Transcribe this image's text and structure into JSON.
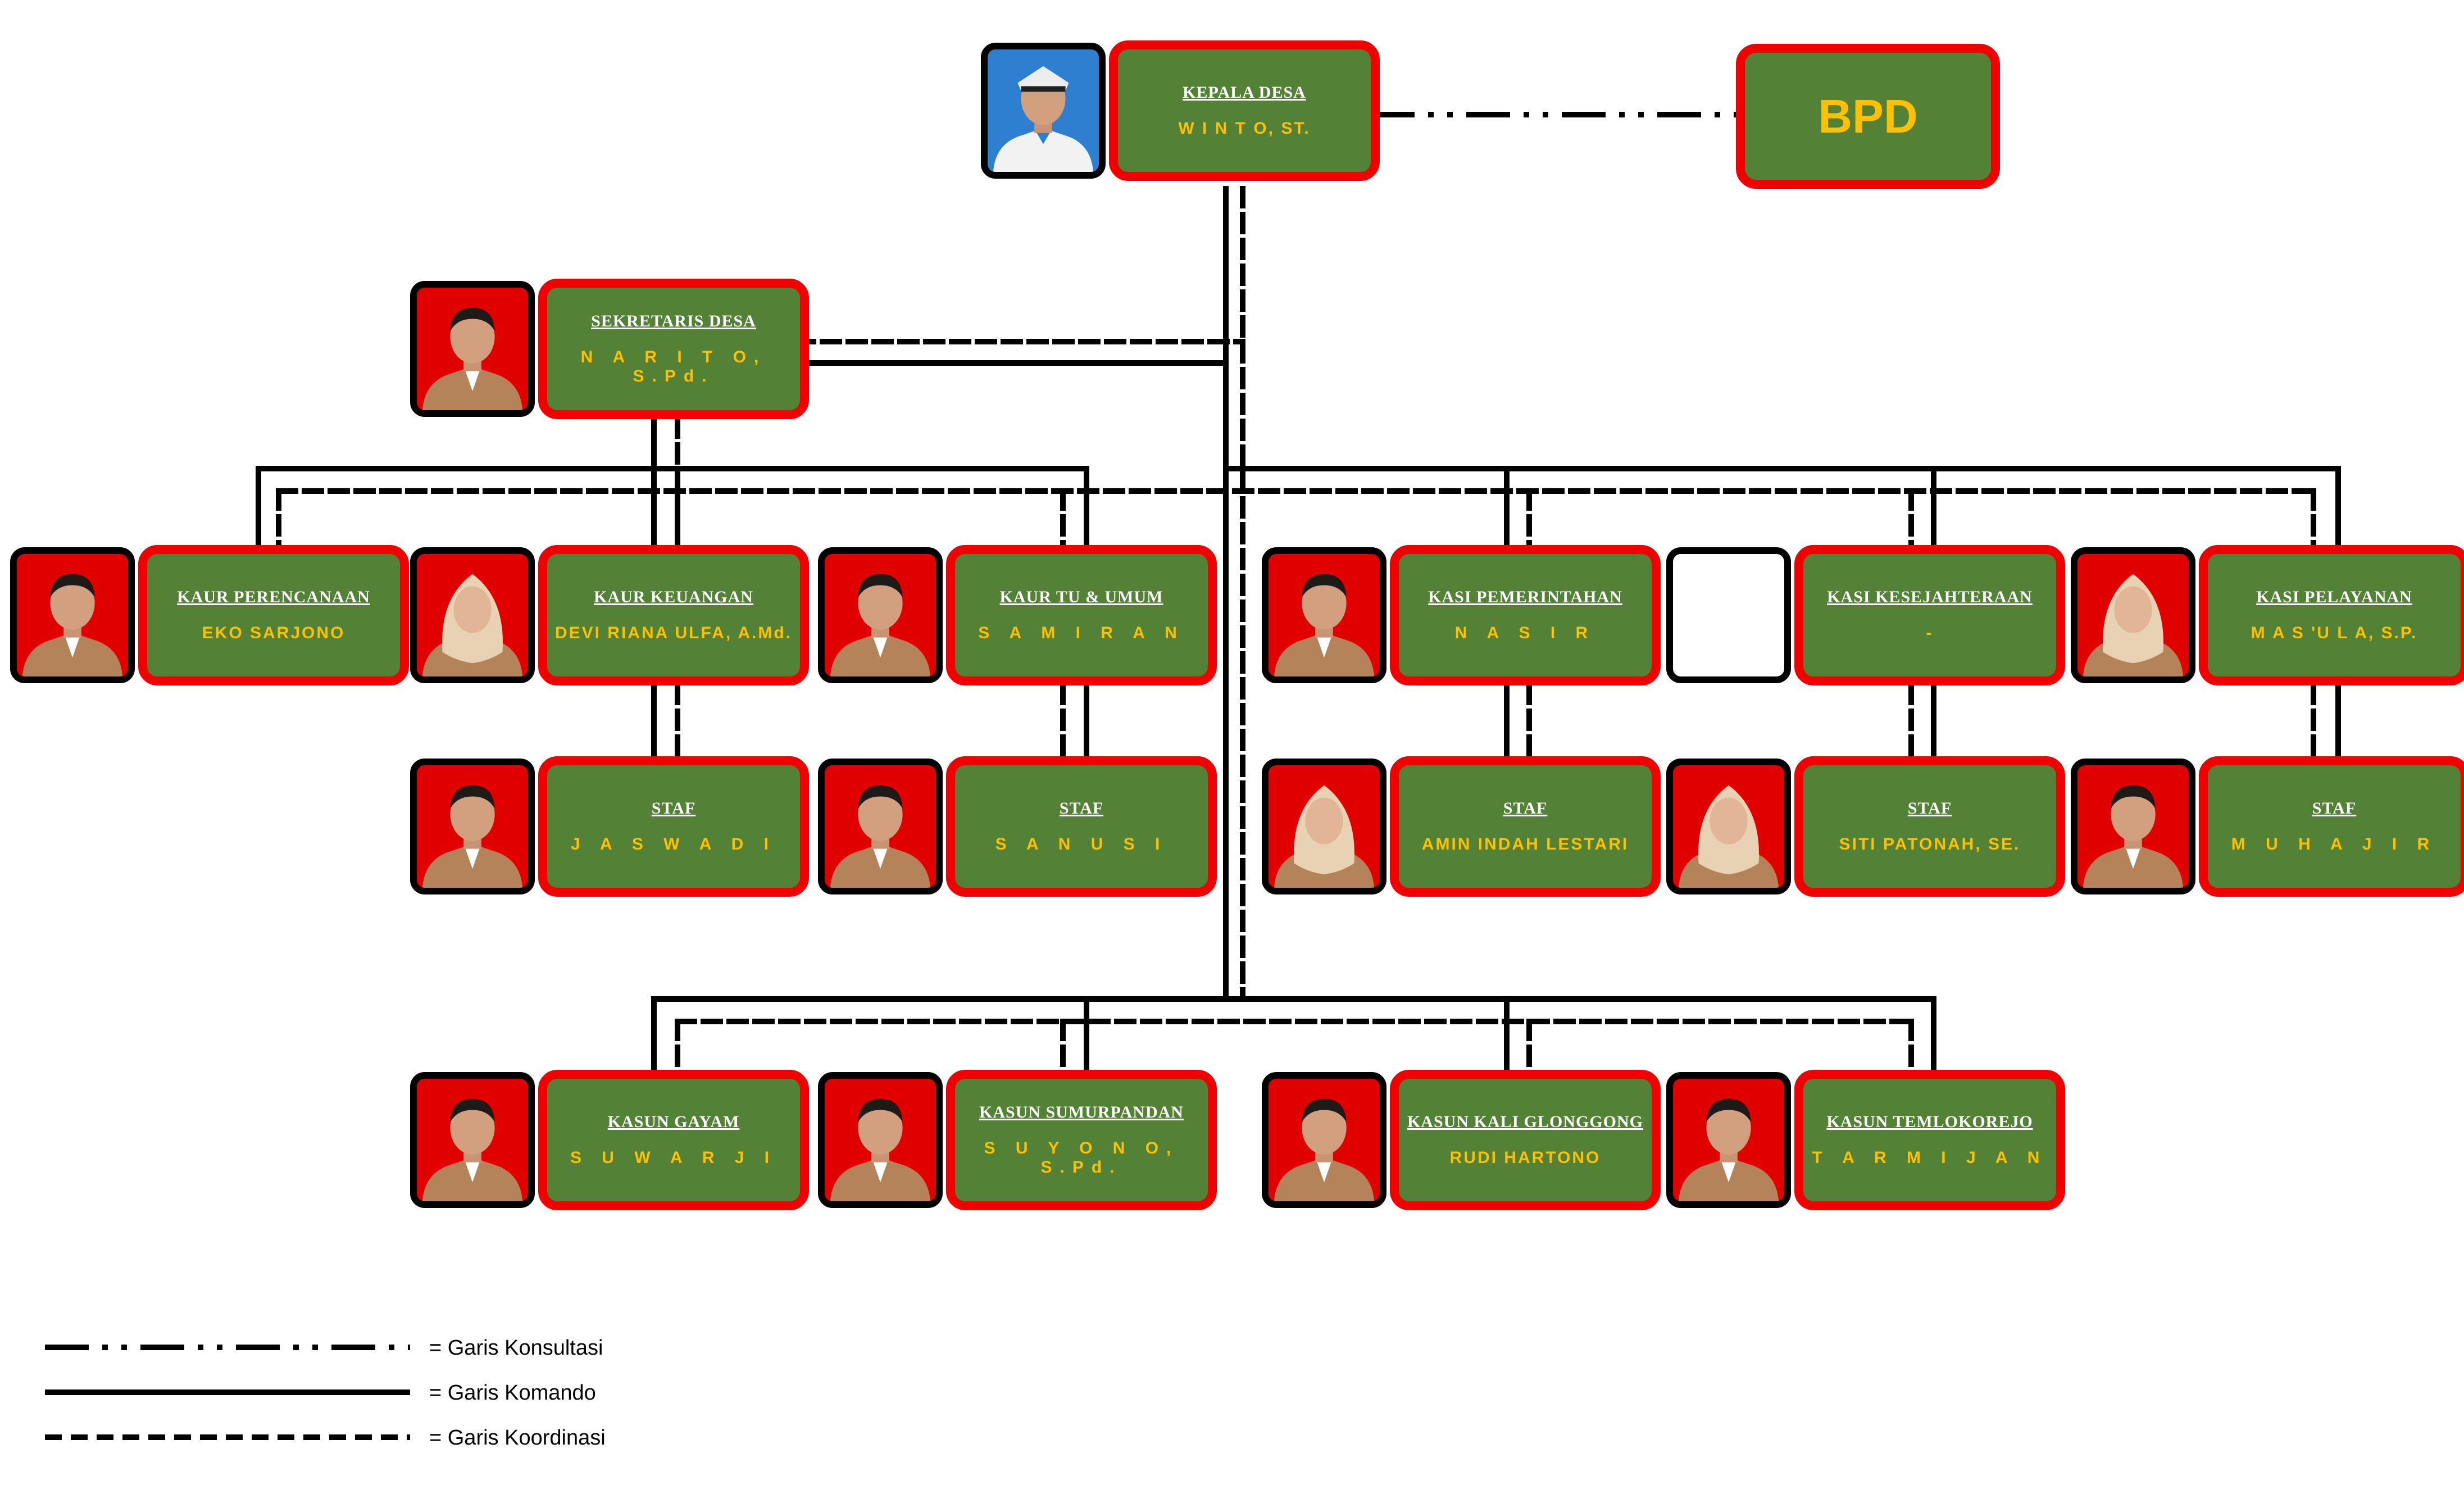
{
  "kepala": {
    "role": "KEPALA DESA",
    "name": "W I N T O, ST."
  },
  "bpd": {
    "label": "BPD"
  },
  "sekretaris": {
    "role": "SEKRETARIS DESA",
    "name": "N A R I T O, S.Pd."
  },
  "kaur_perencanaan": {
    "role": "KAUR PERENCANAAN",
    "name": "EKO SARJONO"
  },
  "kaur_keuangan": {
    "role": "KAUR KEUANGAN",
    "name": "DEVI RIANA ULFA, A.Md."
  },
  "kaur_tu": {
    "role": "KAUR TU & UMUM",
    "name": "S A M I R A N"
  },
  "kasi_pemerintahan": {
    "role": "KASI PEMERINTAHAN",
    "name": "N A S I R"
  },
  "kasi_kesejahteraan": {
    "role": "KASI KESEJAHTERAAN",
    "name": "-"
  },
  "kasi_pelayanan": {
    "role": "KASI PELAYANAN",
    "name": "M A S 'U L A, S.P."
  },
  "staf_keuangan": {
    "role": "STAF",
    "name": "J A S W A D I"
  },
  "staf_tu": {
    "role": "STAF",
    "name": "S A N U S I"
  },
  "staf_pemerintahan": {
    "role": "STAF",
    "name": "AMIN INDAH LESTARI"
  },
  "staf_kesejahteraan": {
    "role": "STAF",
    "name": "SITI PATONAH, SE."
  },
  "staf_pelayanan": {
    "role": "STAF",
    "name": "M U H A J I R"
  },
  "kasun_gayam": {
    "role": "KASUN GAYAM",
    "name": "S U W A R J I"
  },
  "kasun_sumurpandan": {
    "role": "KASUN SUMURPANDAN",
    "name": "S U Y O N O, S.Pd."
  },
  "kasun_kali_glonggong": {
    "role": "KASUN KALI GLONGGONG",
    "name": "RUDI HARTONO"
  },
  "kasun_temlokorejo": {
    "role": "KASUN TEMLOKOREJO",
    "name": "T A R M I J A N"
  },
  "legend": {
    "konsultasi": "= Garis Konsultasi",
    "komando": "= Garis Komando",
    "koordinasi": "= Garis Koordinasi"
  },
  "colors": {
    "box_fill": "#538135",
    "box_border": "#f00000",
    "role_text": "#ffffff",
    "name_text": "#ffc000",
    "photo_bg": "#e00000",
    "uniform": "#b5835a"
  }
}
